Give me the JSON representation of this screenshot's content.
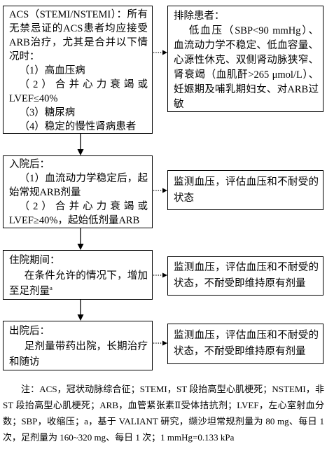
{
  "indication": {
    "intro": "ACS（STEMI/NSTEMI）：所有无禁忌证的ACS患者均应接受ARB治疗，尤其是合并以下情况时：",
    "items": [
      "（1）高血压病",
      "（2）合并心力衰竭或LVEF≤40%",
      "（3）糖尿病",
      "（4）稳定的慢性肾病患者"
    ]
  },
  "exclusion": {
    "heading": "排除患者：",
    "body": "低血压（SBP<90 mmHg）、血流动力学不稳定、低血容量、心源性休克、双侧肾动脉狭窄、肾衰竭（血肌酐>265 μmol/L）、妊娠期及哺乳期妇女、对ARB过敏"
  },
  "after_admission": {
    "heading": "入院后：",
    "items": [
      "（1）血流动力学稳定后，起始常规ARB剂量",
      "（2）合并心力衰竭或LVEF≥40%，起始低剂量ARB"
    ],
    "monitor": "监测血压，评估血压和不耐受的状态"
  },
  "hospitalization": {
    "heading": "住院期间：",
    "body": "在条件允许的情况下，增加至足剂量",
    "note_marker": "a",
    "monitor": "监测血压，评估血压和不耐受的状态，不耐受即维持原有剂量"
  },
  "after_discharge": {
    "heading": "出院后：",
    "body": "足剂量带药出院，长期治疗和随访",
    "monitor": "监测血压，评估血压和不耐受的状态，不耐受即维持原有剂量"
  },
  "footnote": "注：ACS，冠状动脉综合征；STEMI，ST 段抬高型心肌梗死；NSTEMI，非 ST 段抬高型心肌梗死；ARB，血管紧张素Ⅱ受体拮抗剂；LVEF，左心室射血分数；SBP，收缩压；a，基于 VALIANT 研究，缬沙坦常规剂量为 80 mg、每日 1 次，足剂量为 160~320 mg、每日 1 次；1 mmHg=0.133 kPa"
}
